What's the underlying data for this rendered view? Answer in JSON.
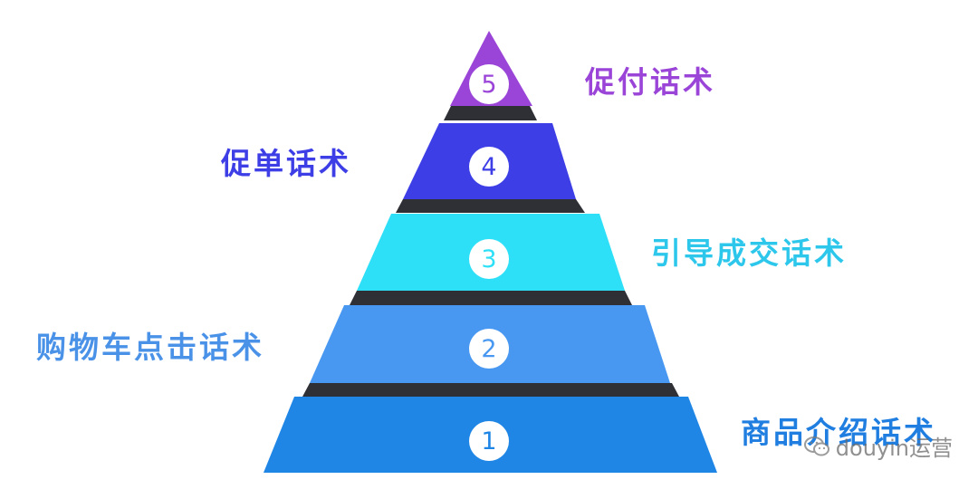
{
  "tiers": [
    {
      "number": "5",
      "label": "促付话术",
      "color": "#9a45d8"
    },
    {
      "number": "4",
      "label": "促单话术",
      "color": "#3d3ee6"
    },
    {
      "number": "3",
      "label": "引导成交话术",
      "color": "#2ee0f7"
    },
    {
      "number": "2",
      "label": "购物车点击话术",
      "color": "#4898f2"
    },
    {
      "number": "1",
      "label": "商品介绍话术",
      "color": "#1f86e6"
    }
  ],
  "label_colors": {
    "tier5": "#9a45d8",
    "tier4": "#3d3ee6",
    "tier3": "#2ec7ec",
    "tier2": "#4a92e8",
    "tier1": "#1f7ee0"
  },
  "badge_number_colors": {
    "tier5": "#9a45d8",
    "tier4": "#3d3ee6",
    "tier3": "#2ee0f7",
    "tier2": "#4898f2",
    "tier1": "#1f86e6"
  },
  "gap_color": "#2f2f36",
  "watermark": {
    "text": "douyin运营",
    "icon": "wechat-icon"
  }
}
